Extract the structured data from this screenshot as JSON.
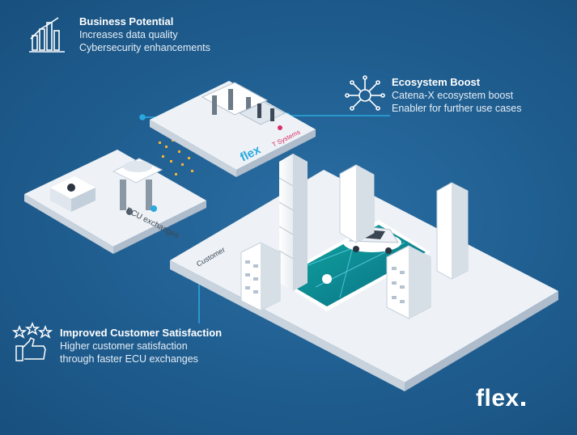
{
  "callouts": {
    "business": {
      "title": "Business Potential",
      "lines": [
        "Increases data quality",
        "Cybersecurity enhancements"
      ]
    },
    "ecosystem": {
      "title": "Ecosystem Boost",
      "lines": [
        "Catena-X ecosystem boost",
        "Enabler for further use cases"
      ]
    },
    "customer": {
      "title": "Improved Customer Satisfaction",
      "lines": [
        "Higher customer satisfaction",
        "through faster ECU exchanges"
      ]
    }
  },
  "scene": {
    "ecu_label": "ECU exchanges",
    "flex_label": "flex",
    "systems_label": "T Systems",
    "customer_label": "Customer"
  },
  "brand": {
    "name": "flex"
  },
  "colors": {
    "background": "#1f5d8f",
    "accent": "#2aa8e0",
    "platform": "#eef2f6",
    "screen": "#16b3a6"
  }
}
